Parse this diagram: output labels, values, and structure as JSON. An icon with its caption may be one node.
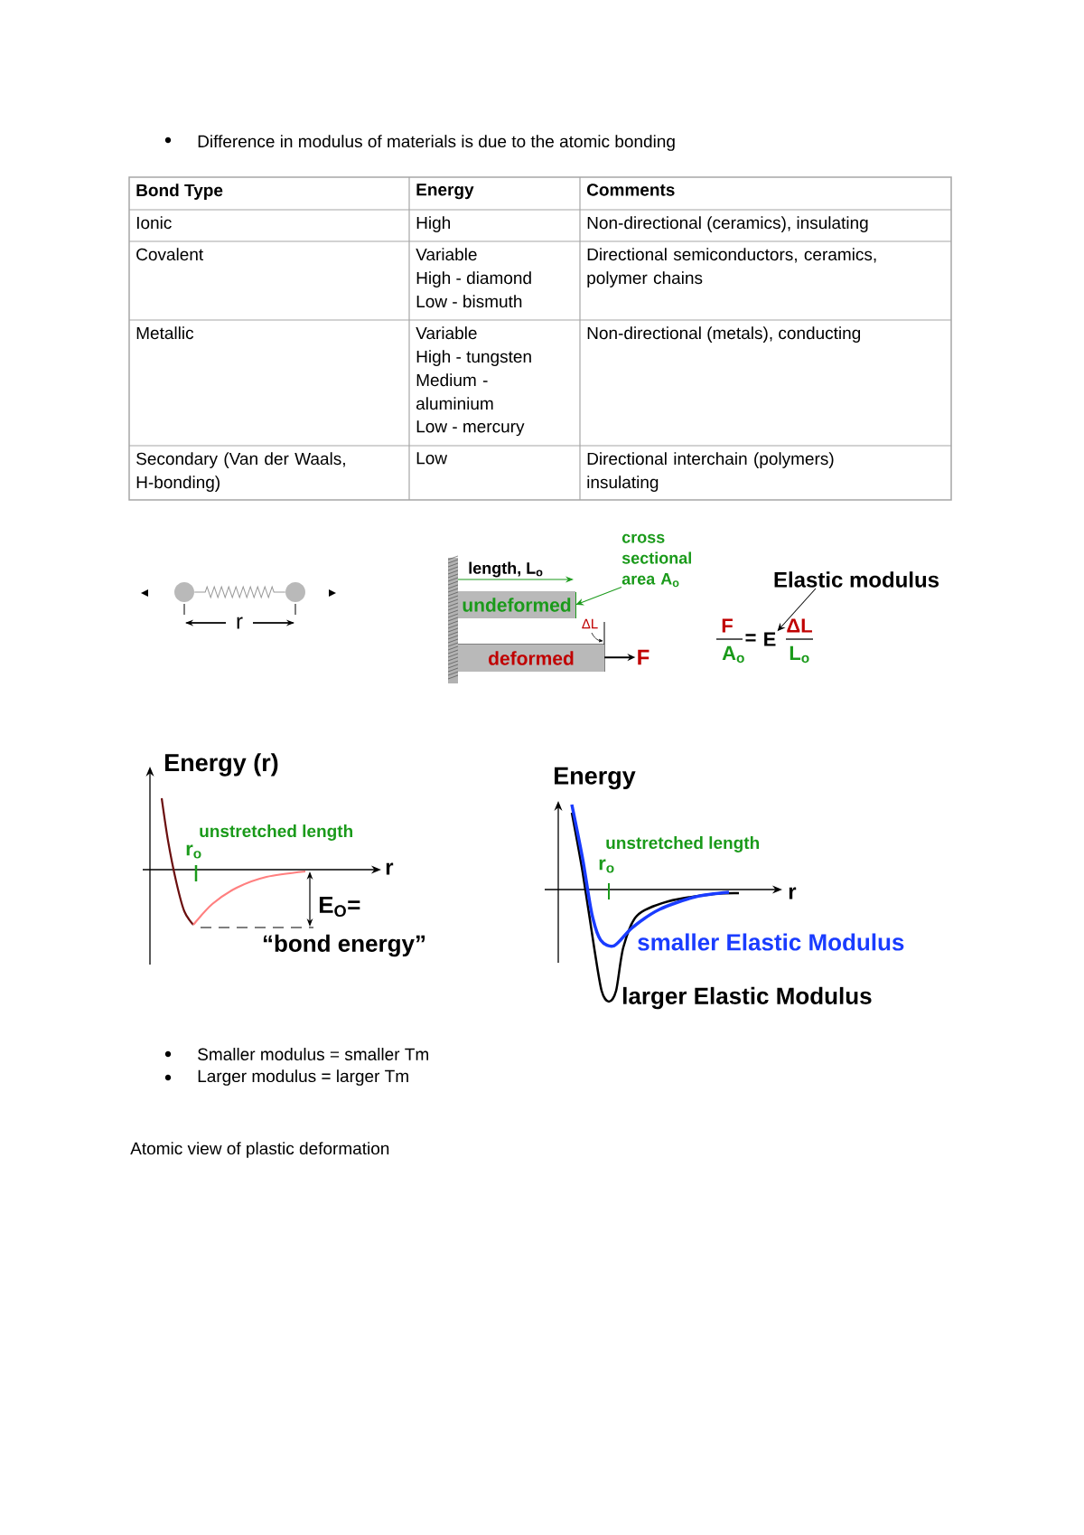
{
  "diagram": {
    "nodes": [
      {
        "text": [],
        "shape": "circle"
      },
      {
        "text": [],
        "shape": "circle"
      },
      {
        "text": [
          "undeformed"
        ]
      },
      {
        "text": [
          "deformed"
        ]
      },
      {
        "text": [
          "F"
        ]
      },
      {
        "text": [
          "cross sectional area A$_{o}$"
        ]
      },
      {
        "text": [
          "Elastic modulus"
        ]
      },
      {
        "text": [
          "E"
        ]
      }
    ],
    "edges": [
      {
        "from": 0,
        "to": 1,
        "arrow": "none",
        "color": "#999999"
      },
      {
        "from": 3,
        "to": 4,
        "arrow": "to"
      },
      {
        "from": 5,
        "to": 2,
        "arrow": "to",
        "color": "#1a9a1a"
      },
      {
        "from": 6,
        "to": 7,
        "arrow": "to"
      }
    ],
    "labels": [
      "Difference in modulus of materials is due to the atomic bonding",
      "Bond Type",
      "Energy",
      "Comments",
      "Ionic",
      "High",
      "Non-directional (ceramics), insulating",
      "Covalent",
      "Variable",
      "High - diamond",
      "Low - bismuth",
      "Directional semiconductors, ceramics, polymer chains",
      "Metallic",
      "Variable",
      "High - tungsten",
      "Medium - aluminium",
      "Low - mercury",
      "Non-directional (metals), conducting",
      "Secondary (Van der Waals, H-bonding)",
      "Low",
      "Directional interchain (polymers) insulating",
      "r",
      "length, L$_{o}$",
      "ΔL",
      "F",
      "A$_{o}$",
      "=",
      "ΔL",
      "L$_{o}$",
      "Energy (r)",
      "unstretched length",
      "r$_{o}$",
      "r",
      "E$_{O}$=",
      "“bond energy”",
      "Energy",
      "unstretched length",
      "r$_{o}$",
      "r",
      "smaller Elastic Modulus",
      "larger Elastic Modulus",
      "Smaller modulus = smaller Tm",
      "Larger modulus = larger Tm",
      "Atomic view of plastic deformation"
    ]
  }
}
